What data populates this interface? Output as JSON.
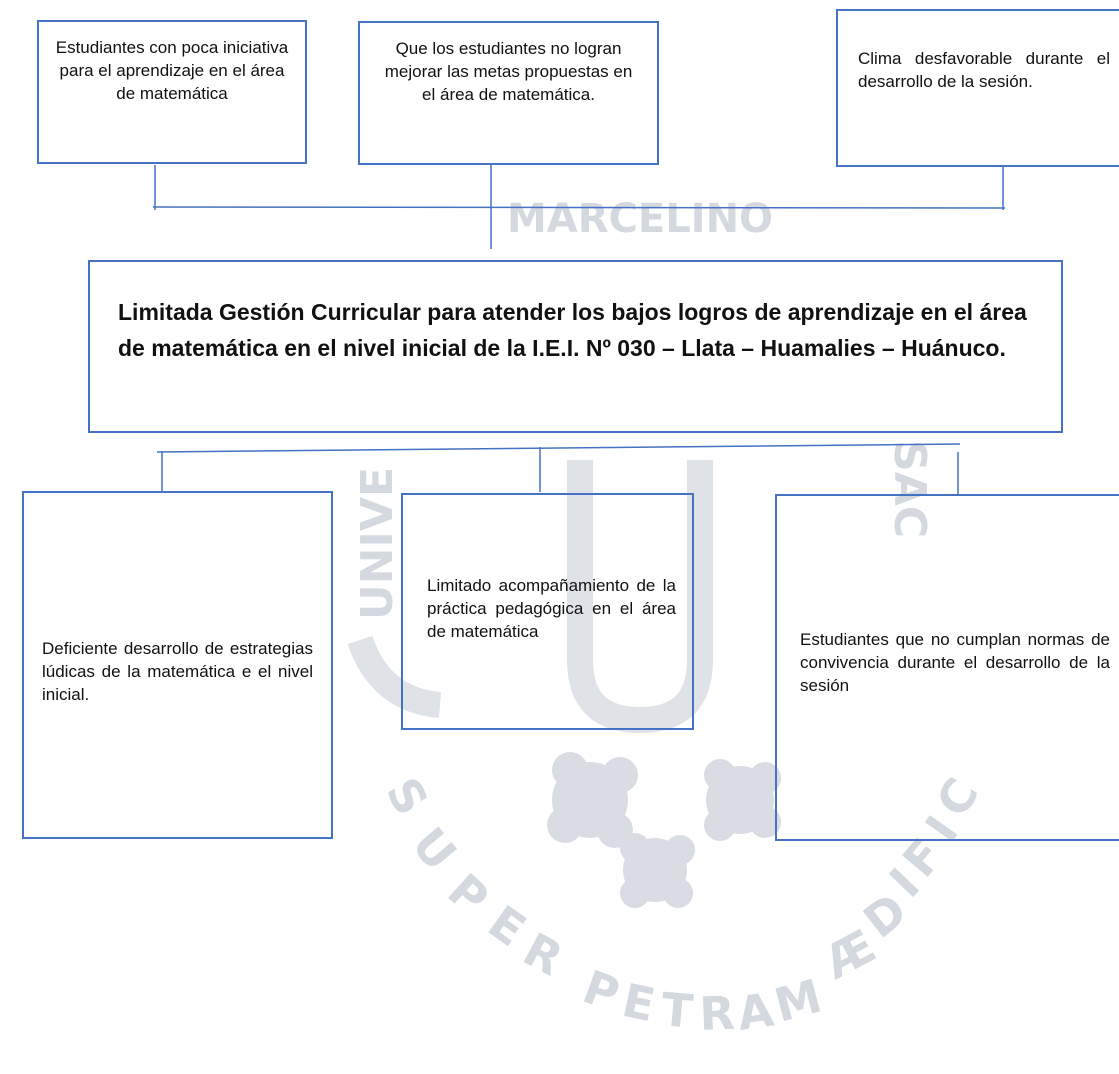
{
  "watermark": {
    "arc_top": "MARCELINO",
    "left_side": "UNIVE",
    "right_side": "SAC",
    "bottom_arc": "SUPER PETRAM ÆDIFICAB"
  },
  "effects": [
    {
      "text": "Estudiantes con poca iniciativa para el aprendizaje en el área de matemática"
    },
    {
      "text": "Que los estudiantes no logran mejorar las metas propuestas en el área de matemática."
    },
    {
      "text": "Clima desfavorable durante el desarrollo de la sesión."
    }
  ],
  "central_problem": {
    "text": "Limitada Gestión Curricular para atender los bajos logros de aprendizaje en el área de matemática en el nivel inicial de la I.E.I. Nº 030 – Llata – Huamalies – Huánuco."
  },
  "causes": [
    {
      "text": "Deficiente desarrollo de estrategias lúdicas de la matemática e el nivel inicial."
    },
    {
      "text": "Limitado acompañamiento de la práctica pedagógica en el área de matemática"
    },
    {
      "text": "Estudiantes que no cumplan normas de convivencia durante el desarrollo de la sesión"
    }
  ],
  "colors": {
    "box_border": "#4472c4",
    "watermark": "#d4d8df"
  }
}
